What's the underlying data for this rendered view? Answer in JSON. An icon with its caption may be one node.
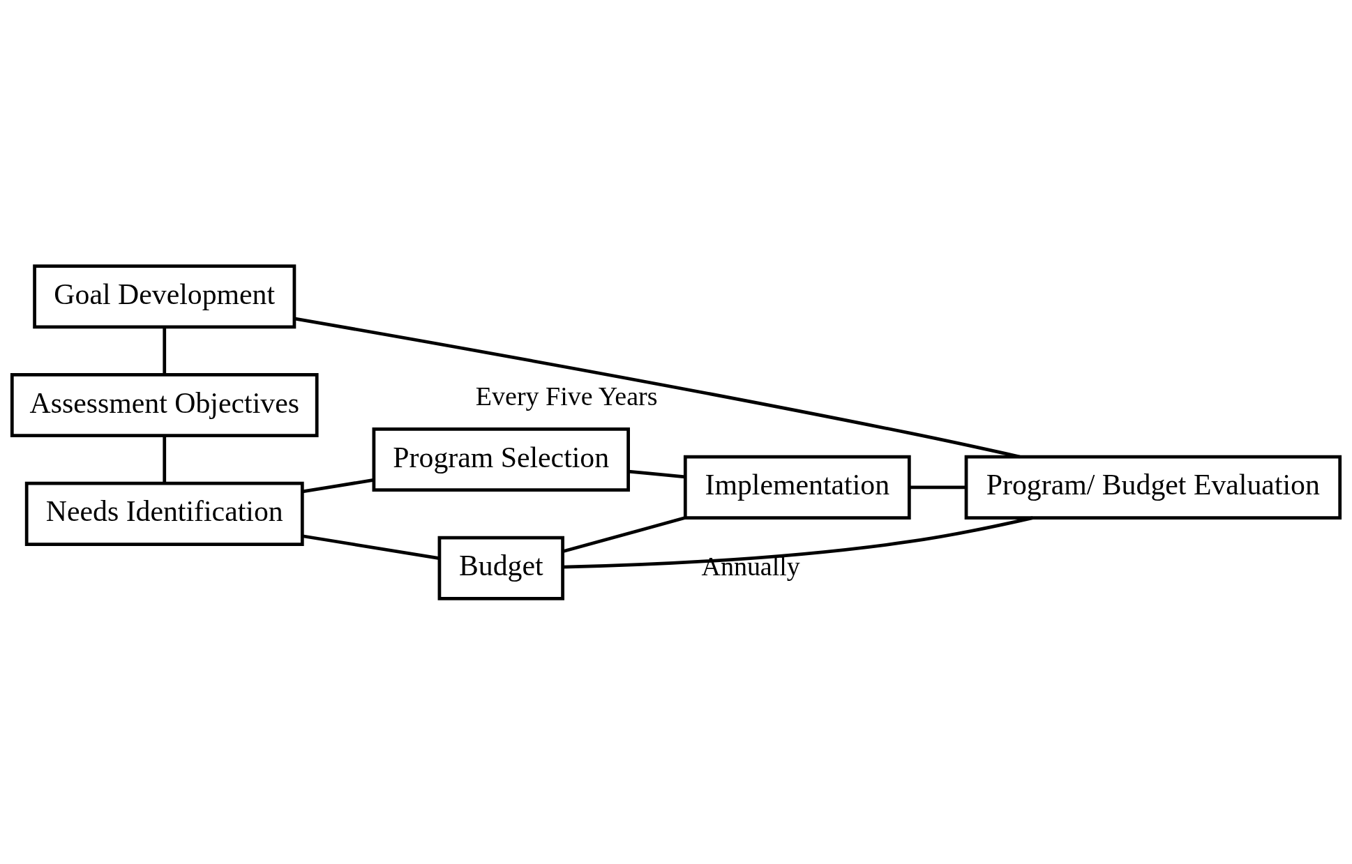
{
  "diagram": {
    "nodes": [
      {
        "text": [
          "Goal Development"
        ]
      },
      {
        "text": [
          "Assessment Objectives"
        ]
      },
      {
        "text": [
          "Needs Identification"
        ]
      },
      {
        "text": [
          "Program Selection"
        ]
      },
      {
        "text": [
          "Budget"
        ]
      },
      {
        "text": [
          "Implementation"
        ]
      },
      {
        "text": [
          "Program/ Budget Evaluation"
        ]
      }
    ],
    "edges": [
      {
        "from": 0,
        "to": 1,
        "arrow": "none"
      },
      {
        "from": 1,
        "to": 2,
        "arrow": "none"
      },
      {
        "from": 2,
        "to": 3,
        "arrow": "none"
      },
      {
        "from": 2,
        "to": 4,
        "arrow": "none"
      },
      {
        "from": 3,
        "to": 5,
        "arrow": "none"
      },
      {
        "from": 4,
        "to": 5,
        "arrow": "none"
      },
      {
        "from": 5,
        "to": 6,
        "arrow": "none"
      },
      {
        "from": 6,
        "to": 4,
        "arrow": "none",
        "label": "Annually"
      },
      {
        "from": 6,
        "to": 0,
        "arrow": "none",
        "label": "Every Five Years"
      }
    ]
  }
}
